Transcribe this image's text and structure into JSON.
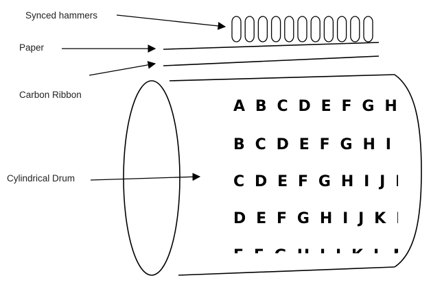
{
  "labels": {
    "hammers": "Synced hammers",
    "paper": "Paper",
    "ribbon": "Carbon Ribbon",
    "drum": "Cylindrical Drum"
  },
  "drum_rows": [
    "A B C D E F G H I J",
    "B C D E F G H I J K",
    "C D E F G H I J K L",
    "D E F G H I J K L M",
    "E F G H I J K L M N"
  ],
  "hammer_count": 11
}
